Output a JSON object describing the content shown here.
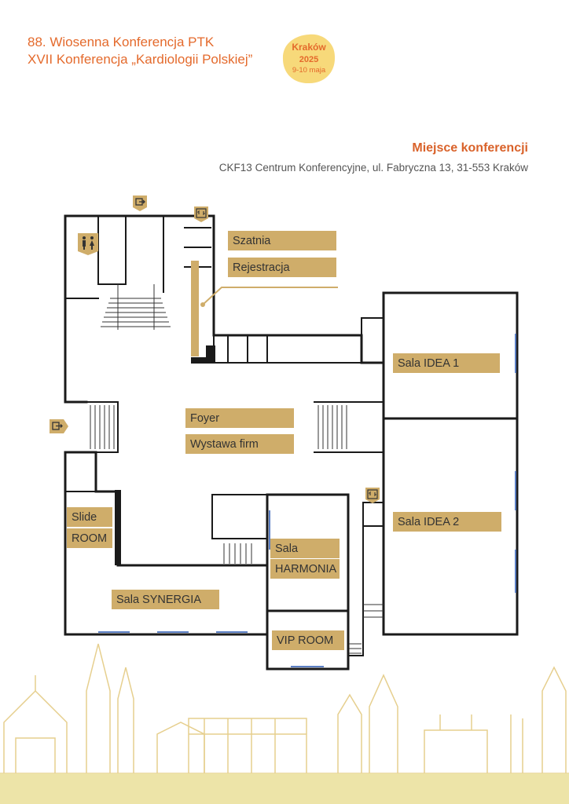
{
  "header": {
    "line1": "88. Wiosenna Konferencja PTK",
    "line2": "XVII Konferencja „Kardiologii Polskiej”"
  },
  "badge": {
    "city": "Kraków",
    "year": "2025",
    "dates": "9-10 maja"
  },
  "venue": {
    "heading": "Miejsce konferencji",
    "address": "CKF13 Centrum Konferencyjne, ul. Fabryczna 13, 31-553 Kraków"
  },
  "rooms": {
    "szatnia": "Szatnia",
    "rejestracja": "Rejestracja",
    "sala_idea_1": "Sala IDEA 1",
    "foyer": "Foyer",
    "wystawa_firm": "Wystawa firm",
    "slide": "Slide",
    "room": "ROOM",
    "sala_idea_2": "Sala IDEA 2",
    "sala": "Sala",
    "harmonia": "HARMONIA",
    "sala_synergia": "Sala SYNERGIA",
    "vip_room": "VIP ROOM"
  },
  "icons": {
    "exit": "exit-icon",
    "elevator": "elevator-icon",
    "restroom": "restroom-icon"
  },
  "colors": {
    "accent": "#e46a2c",
    "label_bg": "#cfad6a",
    "badge": "#f7d97a",
    "walls": "#1a1a1a",
    "skyline": "#e6cf8e"
  }
}
